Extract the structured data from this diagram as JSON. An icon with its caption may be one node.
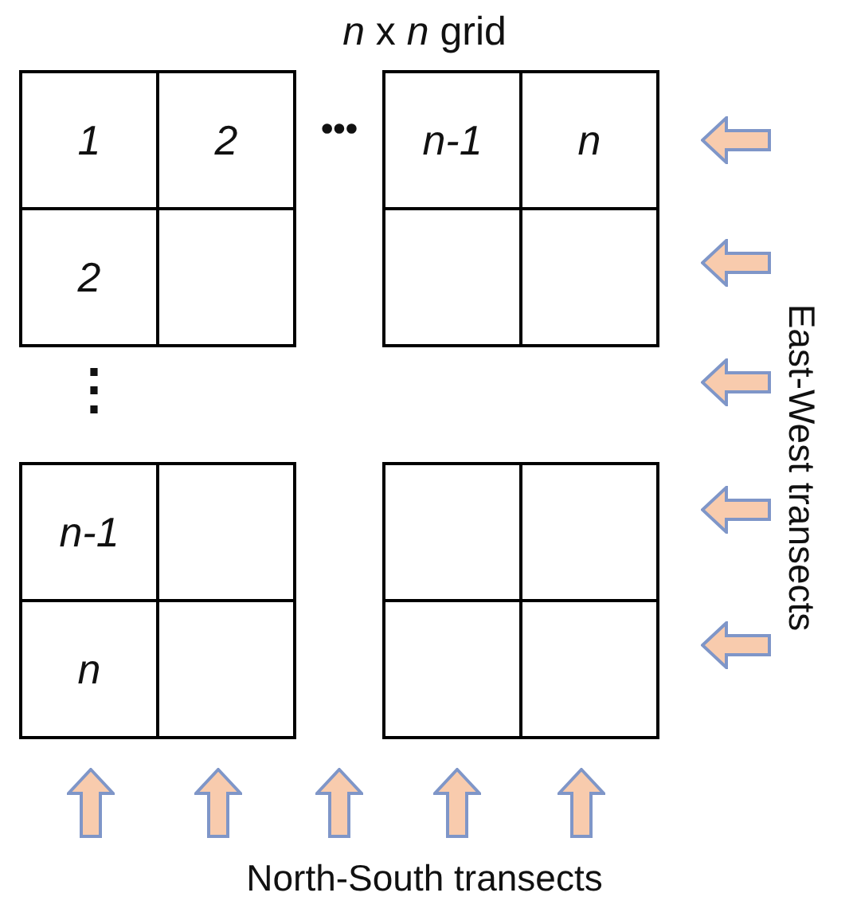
{
  "diagram": {
    "title": "*n* x *n* grid",
    "nodes": [
      {
        "text": [
          "1"
        ]
      },
      {
        "text": [
          "2"
        ]
      },
      {
        "text": [
          "n-1"
        ]
      },
      {
        "text": [
          "n"
        ]
      },
      {
        "text": [
          "2"
        ]
      },
      {
        "text": [],
        "shape": "box"
      },
      {
        "text": [],
        "shape": "box"
      },
      {
        "text": [],
        "shape": "box"
      },
      {
        "text": [
          "n-1"
        ]
      },
      {
        "text": [],
        "shape": "box"
      },
      {
        "text": [],
        "shape": "box"
      },
      {
        "text": [],
        "shape": "box"
      },
      {
        "text": [
          "n"
        ]
      },
      {
        "text": [],
        "shape": "box"
      },
      {
        "text": [],
        "shape": "box"
      },
      {
        "text": [],
        "shape": "box"
      }
    ],
    "labels": [
      "•••",
      "⋮",
      "East-West transects",
      "North-South transects"
    ]
  }
}
